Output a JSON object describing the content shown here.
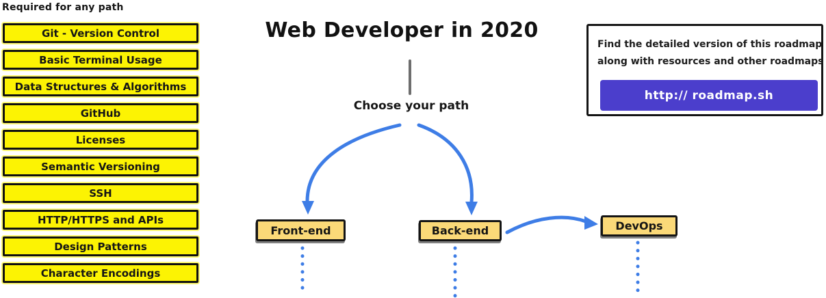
{
  "page": {
    "title": "Web Developer in 2020"
  },
  "required": {
    "heading": "Required for any path",
    "items": [
      "Git - Version Control",
      "Basic Terminal Usage",
      "Data Structures & Algorithms",
      "GitHub",
      "Licenses",
      "Semantic Versioning",
      "SSH",
      "HTTP/HTTPS and APIs",
      "Design Patterns",
      "Character Encodings"
    ]
  },
  "flow": {
    "choose_label": "Choose your path",
    "paths": [
      "Front-end",
      "Back-end",
      "DevOps"
    ]
  },
  "info_box": {
    "line1": "Find the detailed version of this roadmap",
    "line2": "along with resources and other roadmaps",
    "button_label": "http:// roadmap.sh"
  },
  "colors": {
    "required_fill": "#FCF303",
    "node_fill": "#FBD978",
    "arrow_blue": "#3E7DE6",
    "button_purple": "#4B3ECC",
    "stem_gray": "#6E6E6E"
  }
}
